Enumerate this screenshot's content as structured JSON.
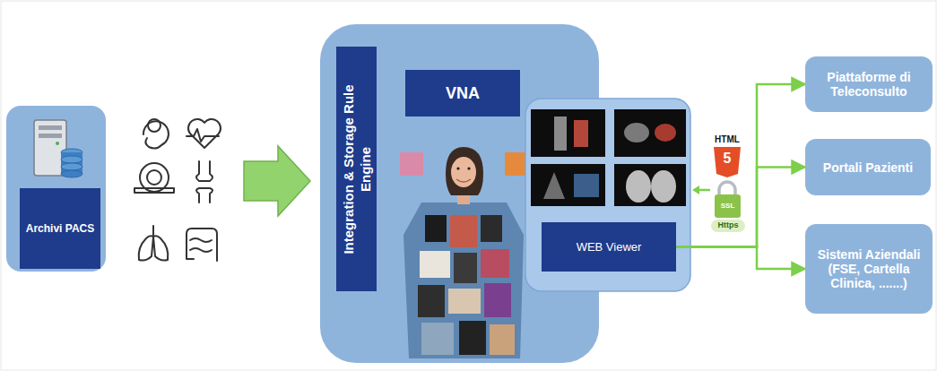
{
  "diagram": {
    "nodes": [
      {
        "text": [
          "Archivi PACS"
        ]
      },
      {
        "text": [
          "Integration & Storage Rule Engine"
        ]
      },
      {
        "text": [
          "VNA"
        ]
      },
      {
        "text": [
          "WEB Viewer"
        ]
      },
      {
        "text": [
          "Piattaforme di Teleconsulto"
        ]
      },
      {
        "text": [
          "Portali Pazienti"
        ]
      },
      {
        "text": [
          "Sistemi Aziendali (FSE, Cartella Clinica, .......)"
        ]
      }
    ],
    "edges": [
      {
        "from": 3,
        "to": 4,
        "arrow": "to"
      },
      {
        "from": 3,
        "to": 5,
        "arrow": "to"
      },
      {
        "from": 3,
        "to": 6,
        "arrow": "to"
      }
    ],
    "labels": [
      "HTML",
      "5",
      "SSL",
      "Https"
    ]
  }
}
